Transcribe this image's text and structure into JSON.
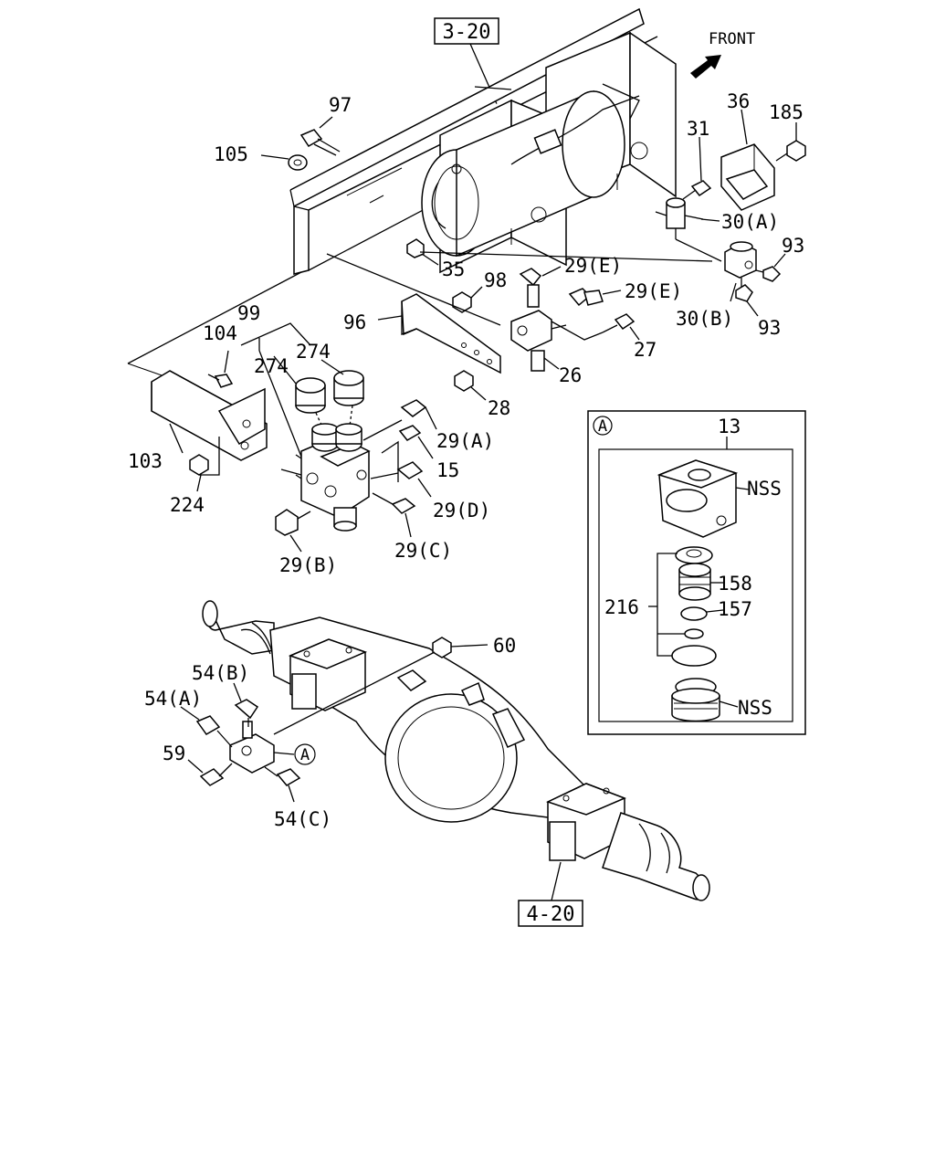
{
  "refs": {
    "frame": "3-20",
    "axle": "4-20"
  },
  "direction": "FRONT",
  "callouts": {
    "c97": "97",
    "c105": "105",
    "c36": "36",
    "c185": "185",
    "c31": "31",
    "c30a": "30(A)",
    "c93a": "93",
    "c30b": "30(B)",
    "c93b": "93",
    "c35": "35",
    "c29e1": "29(E)",
    "c98": "98",
    "c29e2": "29(E)",
    "c96": "96",
    "c27": "27",
    "c26": "26",
    "c28": "28",
    "c99": "99",
    "c274a": "274",
    "c274b": "274",
    "c104": "104",
    "c103": "103",
    "c224": "224",
    "c29a": "29(A)",
    "c15": "15",
    "c29d": "29(D)",
    "c29c": "29(C)",
    "c29b": "29(B)",
    "c60": "60",
    "c54b": "54(B)",
    "c54a": "54(A)",
    "c59": "59",
    "c54c": "54(C)",
    "cA": "A"
  },
  "detail": {
    "tag": "A",
    "c13": "13",
    "nss1": "NSS",
    "c158": "158",
    "c216": "216",
    "c157": "157",
    "nss2": "NSS"
  }
}
